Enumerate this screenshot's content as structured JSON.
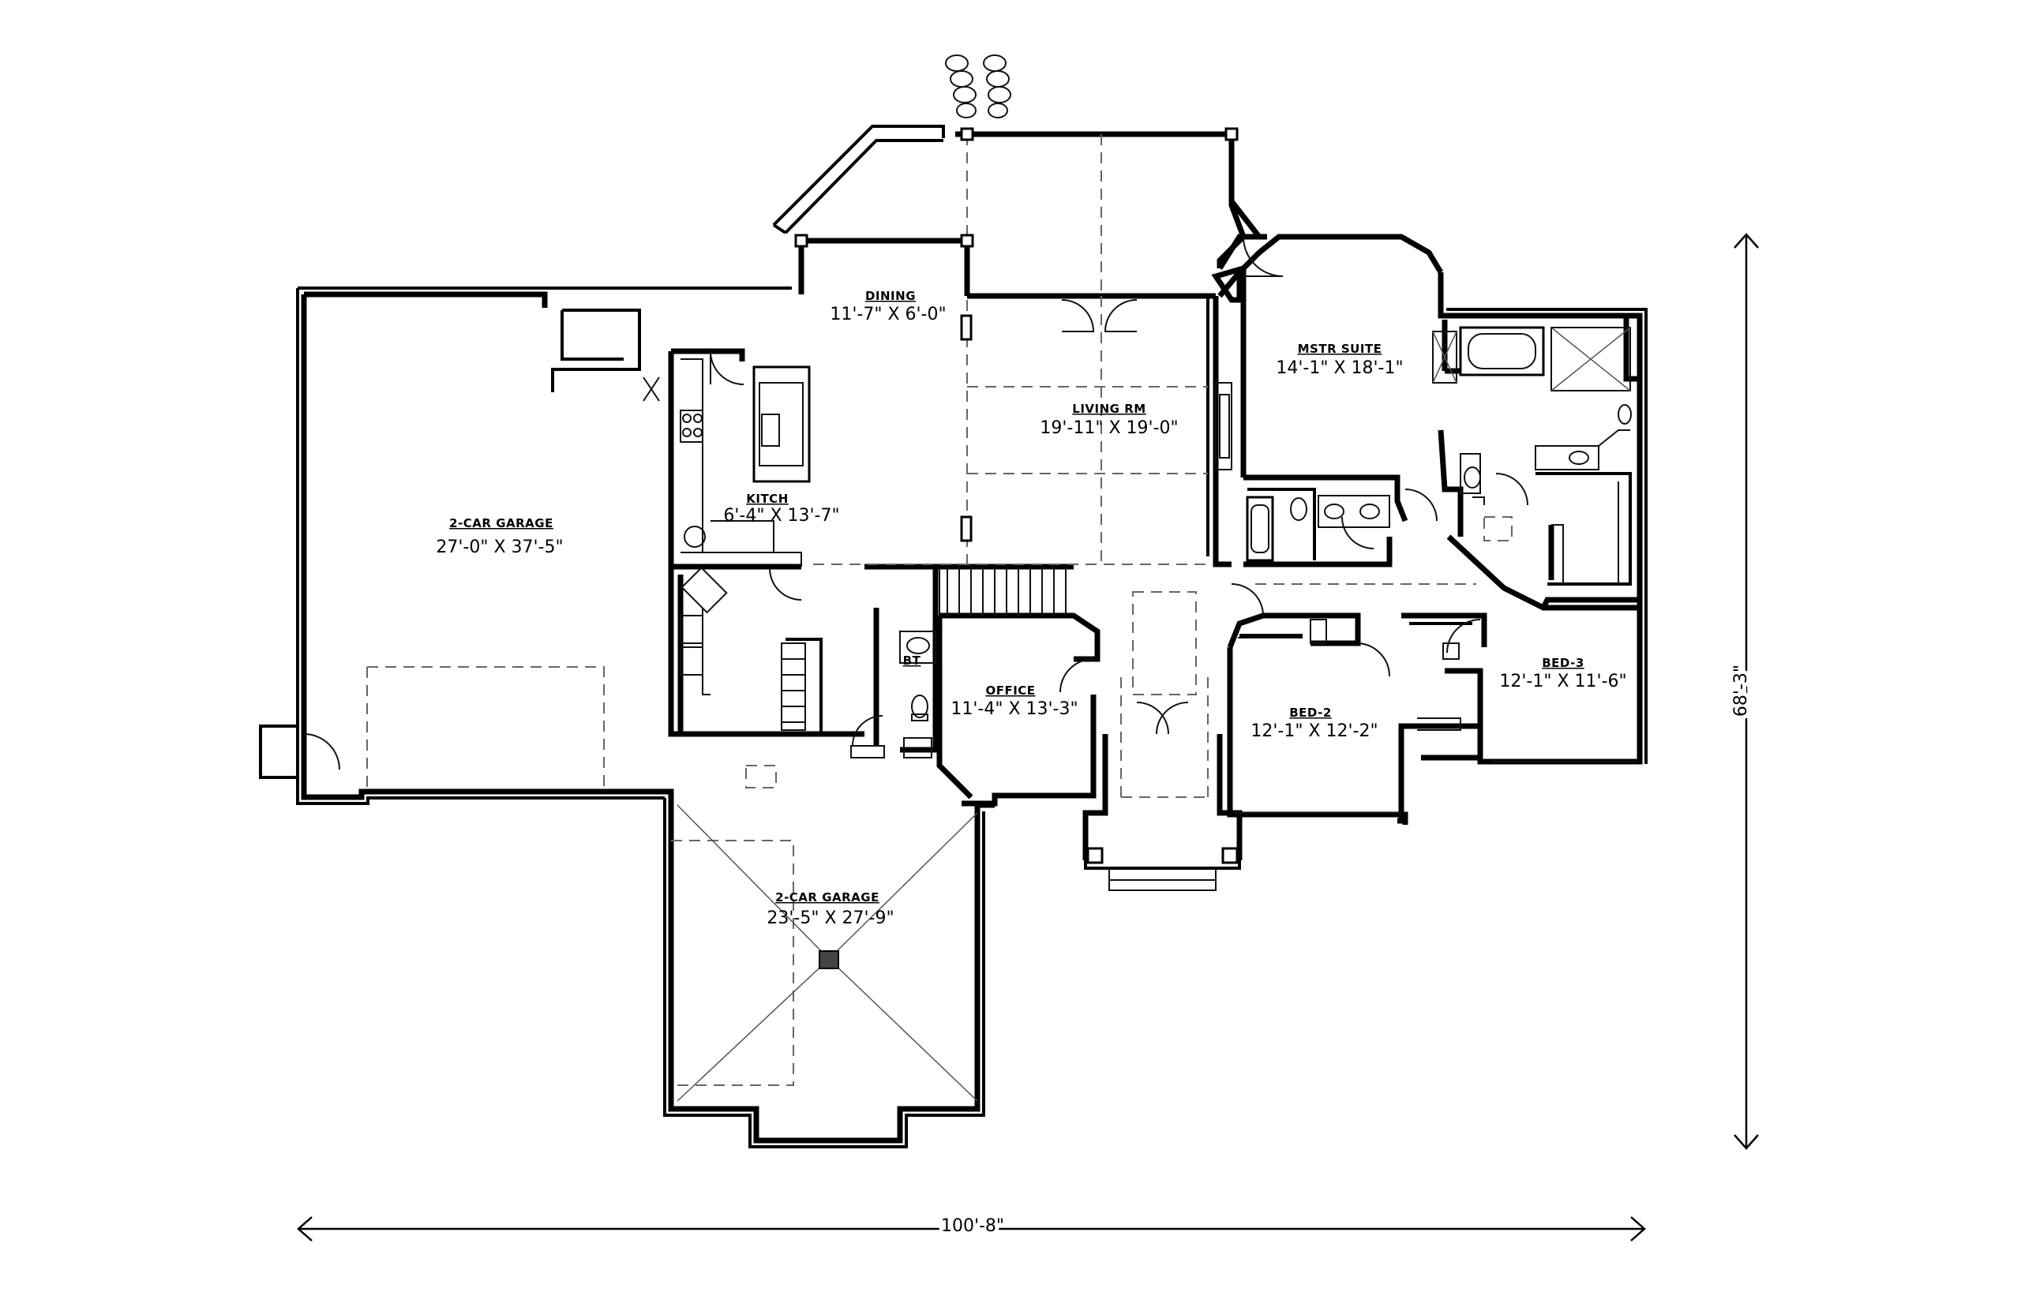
{
  "rooms": {
    "garage_left": {
      "name": "2-CAR GARAGE",
      "size": "27'-0\" X 37'-5\""
    },
    "dining": {
      "name": "DINING",
      "size": "11'-7\" X 6'-0\""
    },
    "living": {
      "name": "LIVING RM",
      "size": "19'-11\" X 19'-0\""
    },
    "master": {
      "name": "MSTR SUITE",
      "size": "14'-1\" X 18'-1\""
    },
    "kitchen": {
      "name": "KITCH",
      "size": "6'-4\" X 13'-7\""
    },
    "office": {
      "name": "OFFICE",
      "size": "11'-4\" X 13'-3\""
    },
    "bed2": {
      "name": "BED-2",
      "size": "12'-1\" X 12'-2\""
    },
    "bed3": {
      "name": "BED-3",
      "size": "12'-1\" X 11'-6\""
    },
    "garage_front": {
      "name": "2-CAR GARAGE",
      "size": "23'-5\" X 27'-9\""
    },
    "bath_small": {
      "name": "BT"
    }
  },
  "dimensions": {
    "overall_width": "100'-8\"",
    "overall_depth": "68'-3\""
  },
  "colors": {
    "line": "#000000",
    "background": "#ffffff"
  }
}
